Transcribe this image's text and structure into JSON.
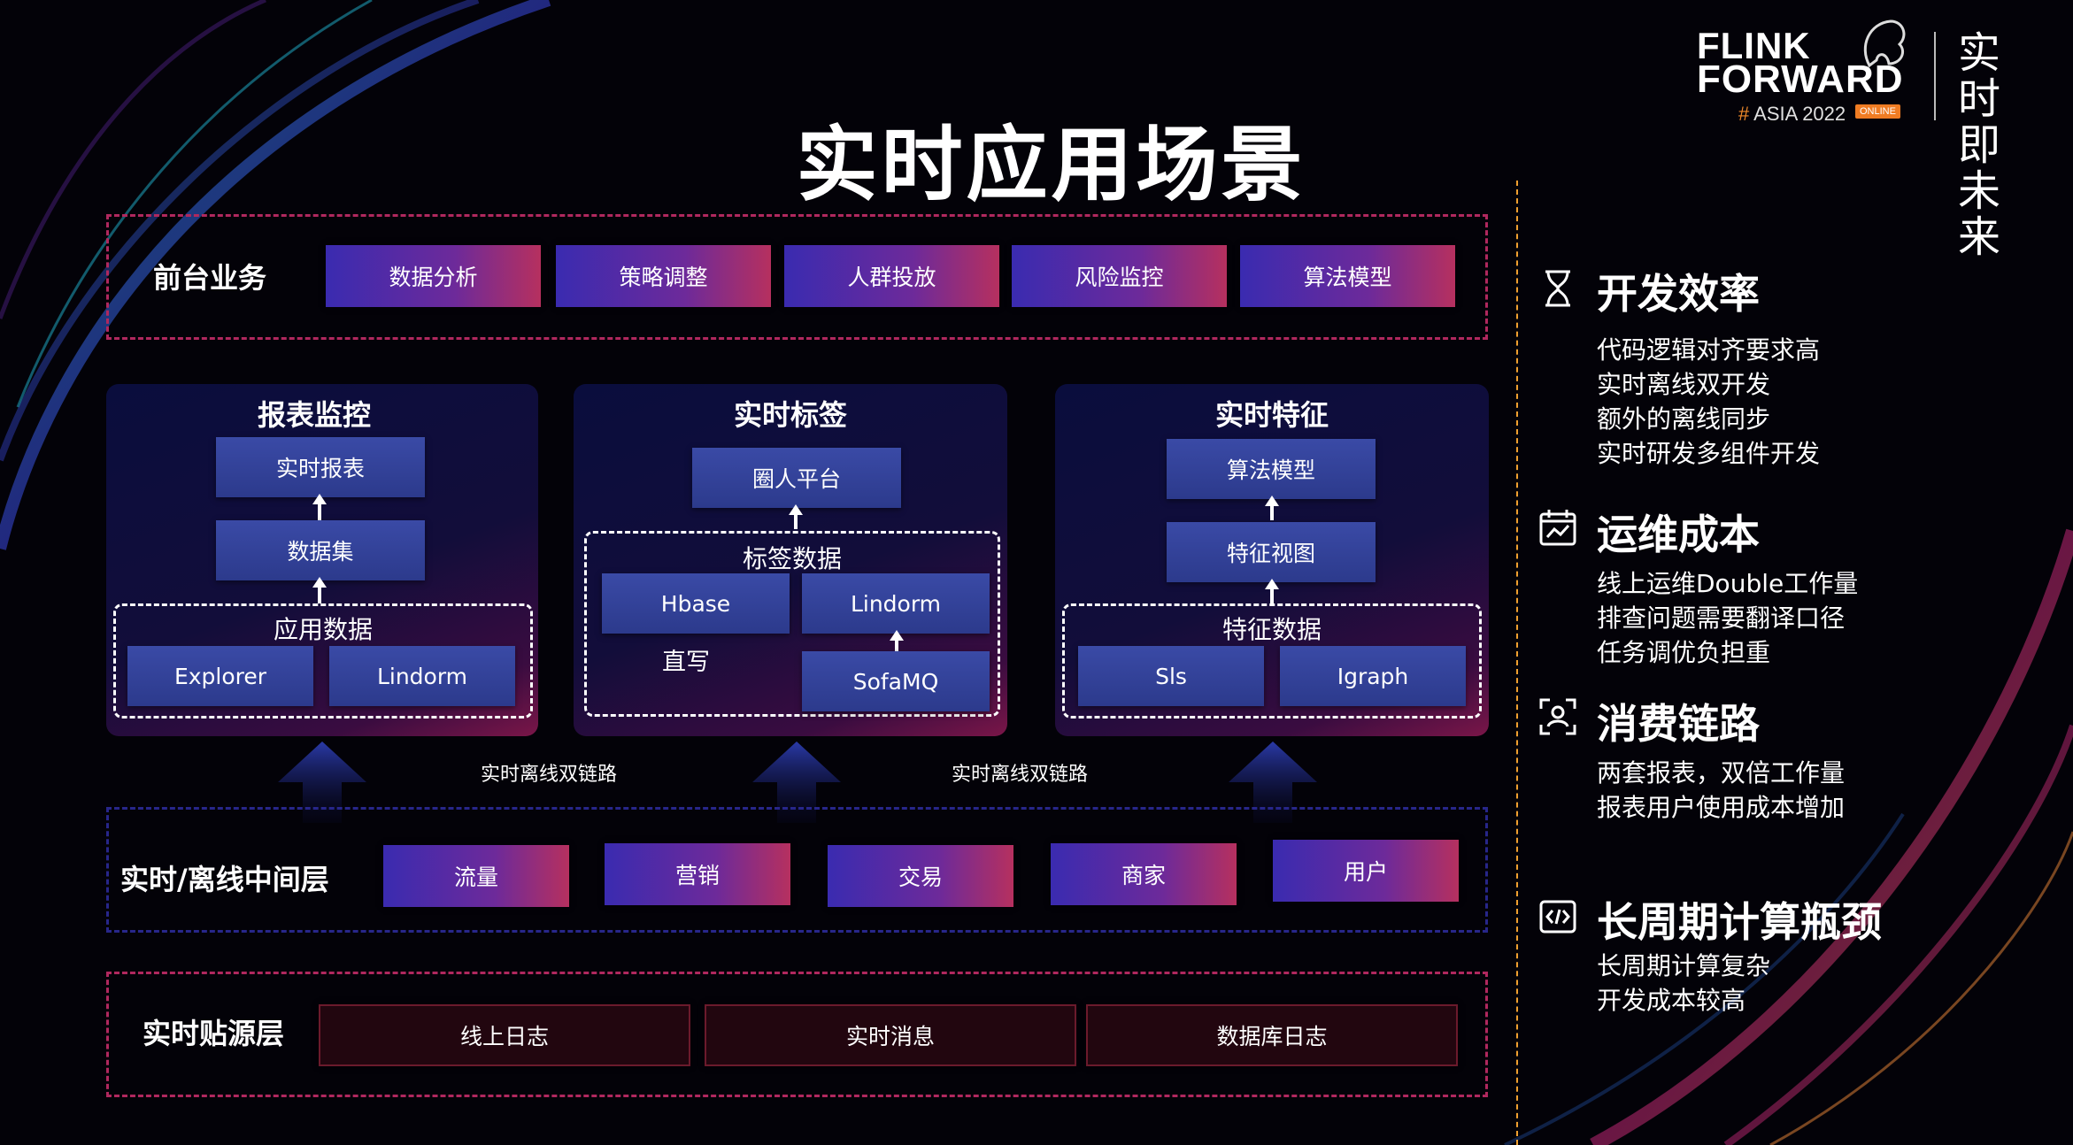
{
  "title": "实时应用场景",
  "logo": {
    "line1": "FLINK",
    "line2": "FORWARD",
    "hash": "#",
    "edition": "ASIA 2022",
    "badge": "ONLINE",
    "slogan": "实时即未来"
  },
  "front": {
    "label": "前台业务",
    "items": [
      "数据分析",
      "策略调整",
      "人群投放",
      "风险监控",
      "算法模型"
    ]
  },
  "panels": {
    "report": {
      "title": "报表监控",
      "top": "实时报表",
      "middle": "数据集",
      "group_label": "应用数据",
      "left": "Explorer",
      "right": "Lindorm"
    },
    "tag": {
      "title": "实时标签",
      "top": "圈人平台",
      "group_label": "标签数据",
      "hbase": "Hbase",
      "lindorm": "Lindorm",
      "direct": "直写",
      "sofamq": "SofaMQ"
    },
    "feature": {
      "title": "实时特征",
      "top": "算法模型",
      "middle": "特征视图",
      "group_label": "特征数据",
      "left": "Sls",
      "right": "Igraph"
    }
  },
  "links": {
    "left": "实时离线双链路",
    "right": "实时离线双链路"
  },
  "middle": {
    "label": "实时/离线中间层",
    "items": [
      "流量",
      "营销",
      "交易",
      "商家",
      "用户"
    ]
  },
  "source": {
    "label": "实时贴源层",
    "items": [
      "线上日志",
      "实时消息",
      "数据库日志"
    ]
  },
  "sections": [
    {
      "icon": "hourglass-icon",
      "title": "开发效率",
      "lines": [
        "代码逻辑对齐要求高",
        "实时离线双开发",
        "额外的离线同步",
        "实时研发多组件开发"
      ]
    },
    {
      "icon": "calendar-chart-icon",
      "title": "运维成本",
      "lines": [
        "线上运维Double工作量",
        "排查问题需要翻译口径",
        "任务调优负担重"
      ]
    },
    {
      "icon": "scan-user-icon",
      "title": "消费链路",
      "lines": [
        "两套报表，双倍工作量",
        "报表用户使用成本增加"
      ]
    },
    {
      "icon": "code-icon",
      "title": "长周期计算瓶颈",
      "lines": [
        "长周期计算复杂",
        "开发成本较高"
      ]
    }
  ]
}
